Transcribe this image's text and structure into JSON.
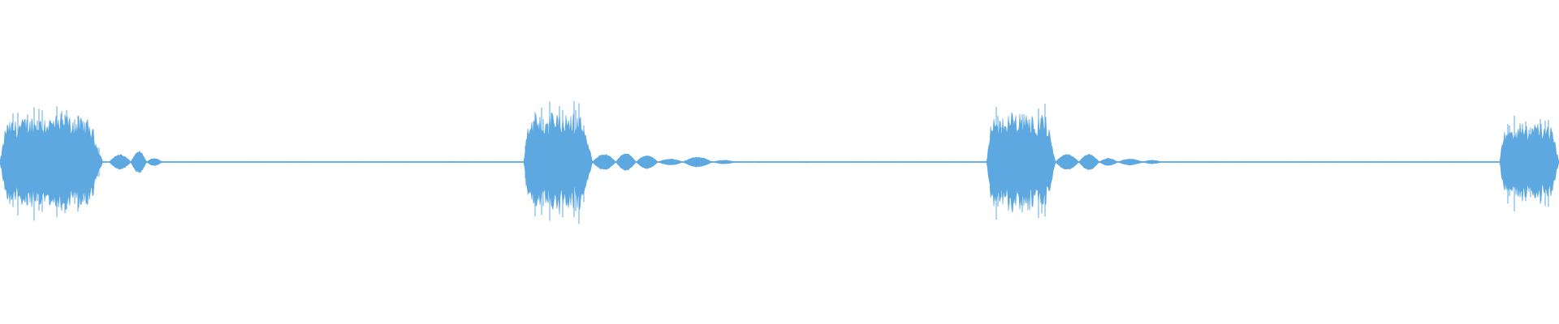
{
  "waveform": {
    "color": "#5DA8E0",
    "background": "#FFFFFF",
    "clips": [
      {
        "bursts": [
          {
            "start": 0.0,
            "end": 0.066,
            "amp": 0.78
          },
          {
            "start": 0.07,
            "end": 0.084,
            "amp": 0.12
          },
          {
            "start": 0.084,
            "end": 0.094,
            "amp": 0.18
          },
          {
            "start": 0.094,
            "end": 0.104,
            "amp": 0.06
          }
        ]
      },
      {
        "bursts": [
          {
            "start": 0.336,
            "end": 0.38,
            "amp": 0.83
          },
          {
            "start": 0.38,
            "end": 0.395,
            "amp": 0.13
          },
          {
            "start": 0.395,
            "end": 0.408,
            "amp": 0.14
          },
          {
            "start": 0.408,
            "end": 0.422,
            "amp": 0.11
          },
          {
            "start": 0.422,
            "end": 0.438,
            "amp": 0.05
          },
          {
            "start": 0.438,
            "end": 0.457,
            "amp": 0.08
          },
          {
            "start": 0.457,
            "end": 0.472,
            "amp": 0.03
          }
        ]
      },
      {
        "bursts": [
          {
            "start": 0.633,
            "end": 0.677,
            "amp": 0.82
          },
          {
            "start": 0.677,
            "end": 0.692,
            "amp": 0.13
          },
          {
            "start": 0.692,
            "end": 0.705,
            "amp": 0.13
          },
          {
            "start": 0.705,
            "end": 0.717,
            "amp": 0.06
          },
          {
            "start": 0.717,
            "end": 0.733,
            "amp": 0.05
          },
          {
            "start": 0.733,
            "end": 0.745,
            "amp": 0.03
          }
        ]
      },
      {
        "bursts": [
          {
            "start": 0.962,
            "end": 1.0,
            "amp": 0.65
          }
        ]
      }
    ],
    "noise_floor": 0.008
  }
}
